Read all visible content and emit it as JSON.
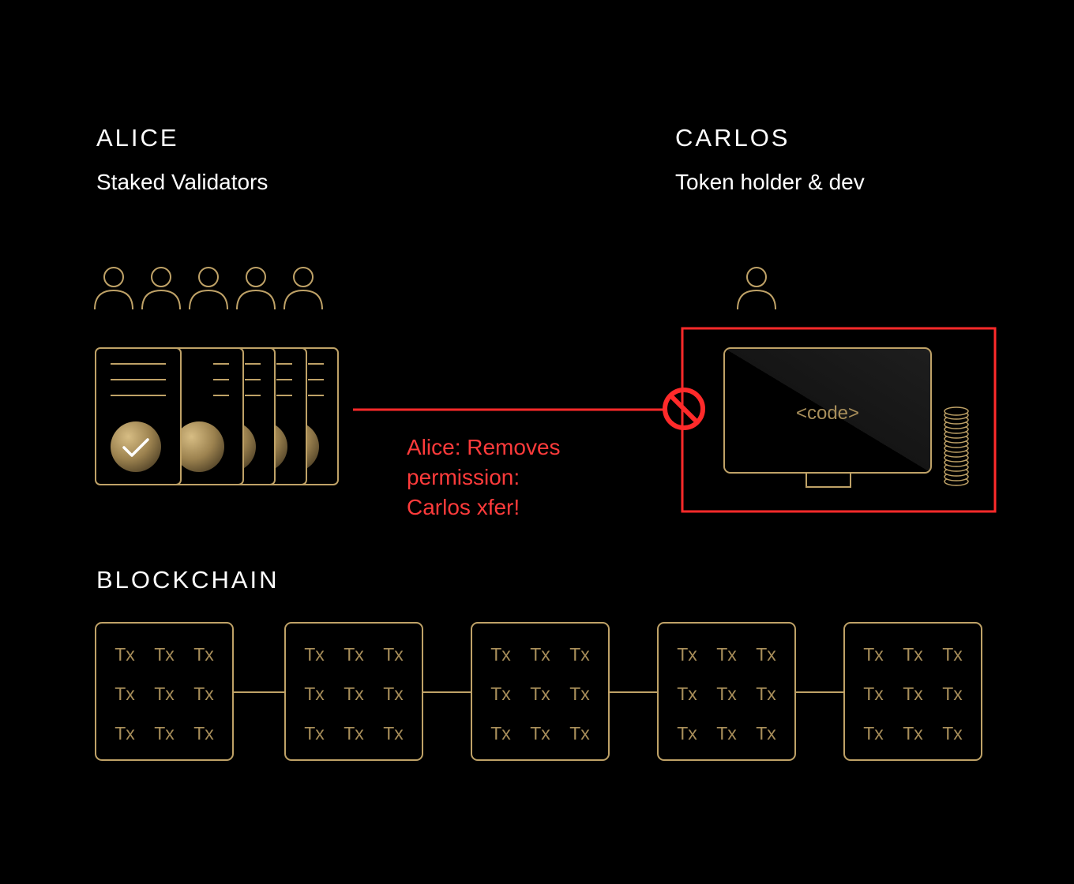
{
  "alice": {
    "title": "ALICE",
    "subtitle": "Staked Validators"
  },
  "carlos": {
    "title": "CARLOS",
    "subtitle": "Token holder & dev"
  },
  "note": {
    "line1": "Alice: Removes",
    "line2": "permission:",
    "line3": "Carlos xfer!"
  },
  "code_label": "<code>",
  "blockchain": {
    "title": "BLOCKCHAIN",
    "tx_label": "Tx",
    "blocks": [
      {
        "txs": [
          "Tx",
          "Tx",
          "Tx",
          "Tx",
          "Tx",
          "Tx",
          "Tx",
          "Tx",
          "Tx"
        ]
      },
      {
        "txs": [
          "Tx",
          "Tx",
          "Tx",
          "Tx",
          "Tx",
          "Tx",
          "Tx",
          "Tx",
          "Tx"
        ]
      },
      {
        "txs": [
          "Tx",
          "Tx",
          "Tx",
          "Tx",
          "Tx",
          "Tx",
          "Tx",
          "Tx",
          "Tx"
        ]
      },
      {
        "txs": [
          "Tx",
          "Tx",
          "Tx",
          "Tx",
          "Tx",
          "Tx",
          "Tx",
          "Tx",
          "Tx"
        ]
      },
      {
        "txs": [
          "Tx",
          "Tx",
          "Tx",
          "Tx",
          "Tx",
          "Tx",
          "Tx",
          "Tx",
          "Tx"
        ]
      }
    ]
  },
  "icons": {
    "validators": [
      "user-icon",
      "user-icon",
      "user-icon",
      "user-icon",
      "user-icon"
    ],
    "carlos": "user-icon",
    "blocked": "prohibited-icon",
    "approved": "checkmark-icon",
    "coins": "coin-stack-icon"
  },
  "colors": {
    "background": "#000000",
    "gold": "#bfa267",
    "gold_text": "#a88e5a",
    "alert_red": "#ff2a2a",
    "note_red": "#ff3b3b"
  }
}
